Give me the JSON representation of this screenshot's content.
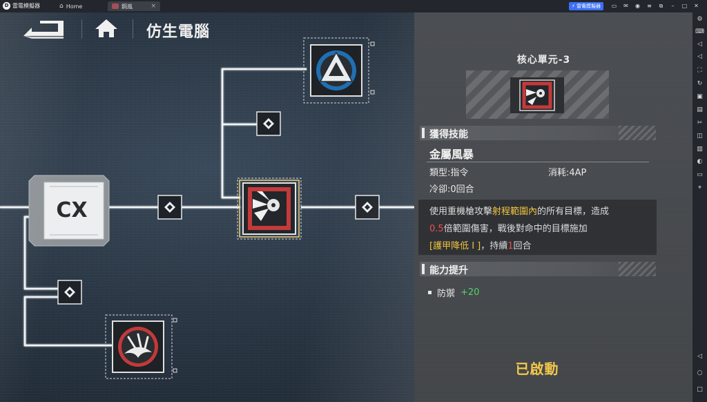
{
  "emulator": {
    "app_name": "雷電模擬器",
    "tabs": [
      {
        "label": "Home",
        "icon": "home-icon"
      },
      {
        "label": "鋼嵐",
        "icon": "game-icon"
      }
    ],
    "promo_label": "⚡ 雷電模擬器",
    "window_icons": [
      "gamepad-icon",
      "mail-icon",
      "user-icon",
      "menu-icon",
      "restore-icon",
      "minimize-icon",
      "maximize-icon",
      "close-icon"
    ],
    "sidebar_icons": [
      "settings-icon",
      "keyboard-icon",
      "volume-up-icon",
      "volume-down-icon",
      "fullscreen-icon",
      "rotate-icon",
      "screenshot-icon",
      "record-icon",
      "scissors-icon",
      "multi-window-icon",
      "import-icon",
      "sync-icon",
      "folder-icon",
      "location-icon",
      "back-icon",
      "home-icon",
      "recent-apps-icon"
    ]
  },
  "header": {
    "title": "仿生電腦"
  },
  "tree": {
    "root_label": "CX"
  },
  "panel": {
    "title": "核心單元-3",
    "skill_section": "獲得技能",
    "skill_name": "金屬風暴",
    "type_label": "類型:指令",
    "cost_label": "消耗:4AP",
    "cooldown_label": "冷卻:0回合",
    "desc_line1_a": "使用重機槍攻擊",
    "desc_line1_b": "射程範圍內",
    "desc_line1_c": "的所有目標，造成",
    "desc_line2_a": "0.5",
    "desc_line2_b": "倍範圍傷害，戰後對命中的目標施加",
    "desc_line3_a": "[護甲降低 I ]",
    "desc_line3_b": "，持續",
    "desc_line3_c": "1",
    "desc_line3_d": "回合",
    "ability_section": "能力提升",
    "bonus_label": "防禦",
    "bonus_value": "+20",
    "status": "已啟動"
  },
  "colors": {
    "accent_yellow": "#f2c53d",
    "accent_red": "#ef5050",
    "bonus_green": "#4fd66a",
    "promo_blue": "#3c6ff5"
  }
}
